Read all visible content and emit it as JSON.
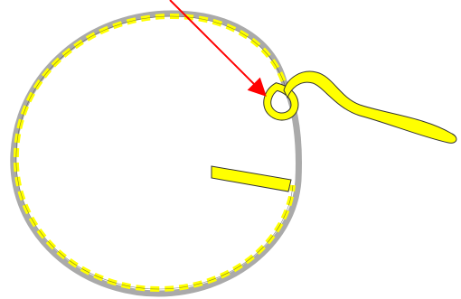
{
  "diagram": {
    "description_colors": {
      "ring_gray": "#aaaaaa",
      "rope_yellow": "#ffff00",
      "rope_outline": "#333333",
      "arrow_red": "#ff0000"
    },
    "elements": [
      "gray-ring",
      "yellow-striped-rope-around-ring",
      "rope-loop-knot",
      "rope-tail-end",
      "rope-short-end",
      "pointer-arrow"
    ]
  }
}
